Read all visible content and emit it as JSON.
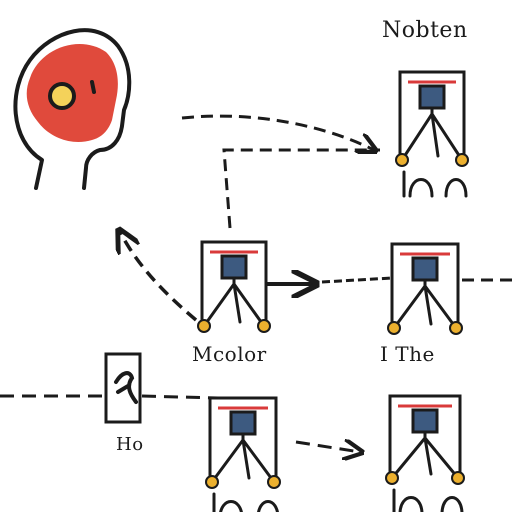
{
  "labels": {
    "title": "Nobten",
    "motor": "Mcolor",
    "the": "I  The",
    "small": "Ho"
  },
  "colors": {
    "stroke": "#1b1b1b",
    "head_fill": "#e04a3c",
    "eye_fill": "#f4d25a",
    "node_fill": "#ecb02e",
    "box_fill": "#3d5a80",
    "red_accent": "#d93a3a"
  },
  "icons": [
    "person-head-icon",
    "robot-arm-icon",
    "hand-symbol-icon",
    "arrow-icon"
  ]
}
